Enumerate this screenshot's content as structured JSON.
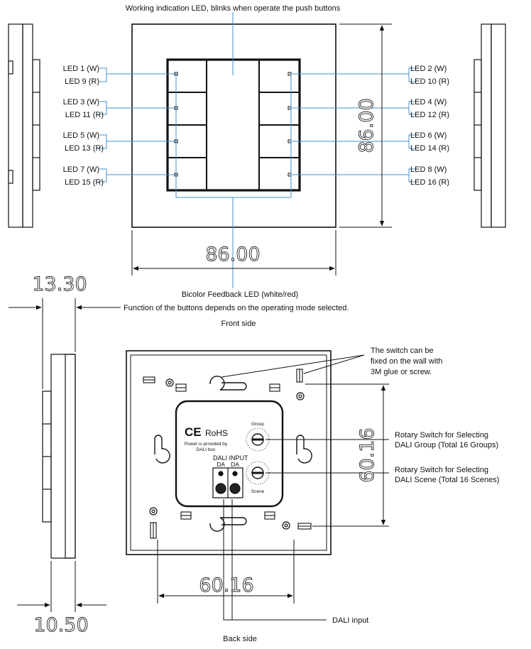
{
  "front": {
    "caption": "Front side",
    "working_led_note": "Working indication LED, blinks when operate the push buttons",
    "bicolor_note": "Bicolor Feedback LED (white/red)",
    "function_note": "Function of the buttons depends on the operating mode selected.",
    "width_dim": "86.00",
    "height_dim": "86.00",
    "left_leds": [
      [
        "LED 1 (W)",
        "LED 9 (R)"
      ],
      [
        "LED 3 (W)",
        "LED 11 (R)"
      ],
      [
        "LED 5 (W)",
        "LED 13 (R)"
      ],
      [
        "LED 7 (W)",
        "LED 15 (R)"
      ]
    ],
    "right_leds": [
      [
        "LED 2 (W)",
        "LED 10 (R)"
      ],
      [
        "LED 4 (W)",
        "LED 12 (R)"
      ],
      [
        "LED 6 (W)",
        "LED 14 (R)"
      ],
      [
        "LED 8 (W)",
        "LED 16 (R)"
      ]
    ]
  },
  "side": {
    "depth_top_dim": "13.30",
    "depth_bottom_dim": "10.50"
  },
  "back": {
    "caption": "Back side",
    "mount_note_lines": [
      "The switch can be",
      "fixed on the wall with",
      "3M glue or screw."
    ],
    "group_switch_lines": [
      "Rotary Switch for Selecting",
      "DALI Group  (Total 16 Groups)"
    ],
    "scene_switch_lines": [
      "Rotary Switch for Selecting",
      "DALI Scene (Total 16 Scenes)"
    ],
    "dali_input_note": "DALI input",
    "width_dim": "60.16",
    "height_dim": "60.16",
    "module": {
      "ce_mark": "CE",
      "rohs": "RoHS",
      "power_lines": [
        "Power is provided by",
        "DALI bus"
      ],
      "dali_input_label": "DALI INPUT",
      "terminal_labels": [
        "DA",
        "DA"
      ],
      "group_label": "Group",
      "scene_label": "Scene"
    }
  }
}
